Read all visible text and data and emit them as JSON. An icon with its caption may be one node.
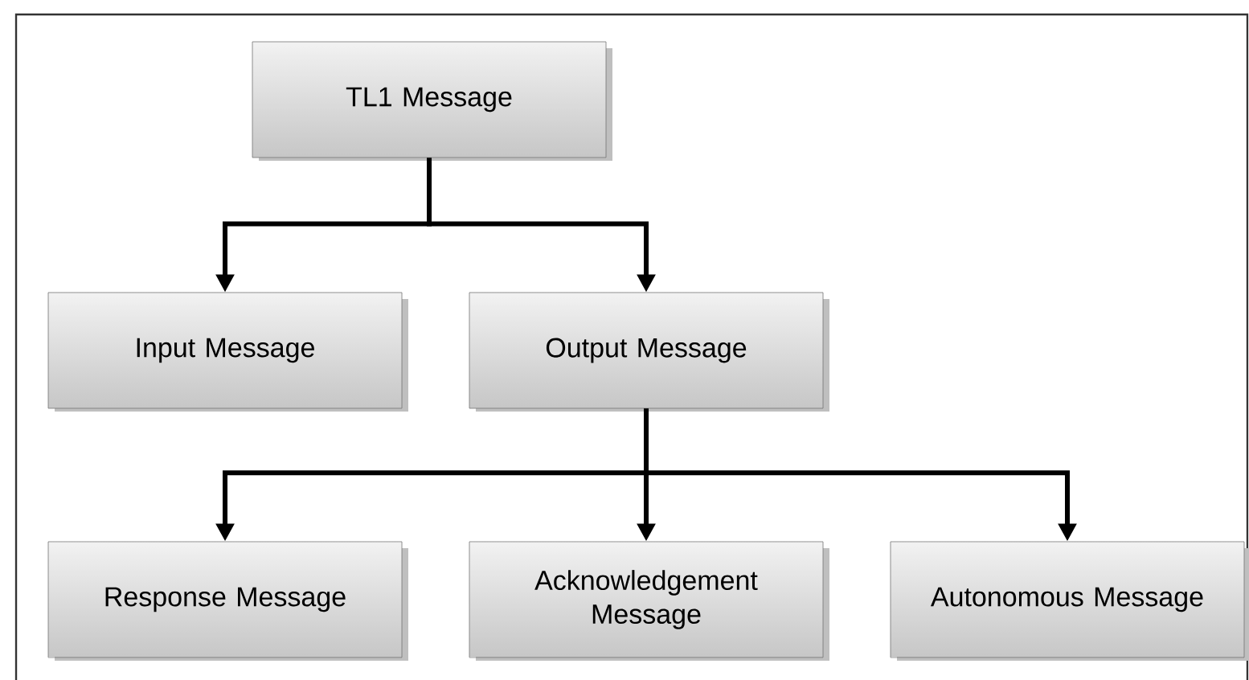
{
  "diagram": {
    "nodes": [
      {
        "text": [
          "TL1 Message"
        ]
      },
      {
        "text": [
          "Input Message"
        ]
      },
      {
        "text": [
          "Output Message"
        ]
      },
      {
        "text": [
          "Response Message"
        ]
      },
      {
        "text": [
          "Acknowledgement Message"
        ]
      },
      {
        "text": [
          "Autonomous Message"
        ]
      }
    ],
    "edges": [
      {
        "from": 0,
        "to": 1,
        "arrow": "to"
      },
      {
        "from": 0,
        "to": 2,
        "arrow": "to"
      },
      {
        "from": 2,
        "to": 3,
        "arrow": "to"
      },
      {
        "from": 2,
        "to": 4,
        "arrow": "to"
      },
      {
        "from": 2,
        "to": 5,
        "arrow": "to"
      }
    ]
  }
}
